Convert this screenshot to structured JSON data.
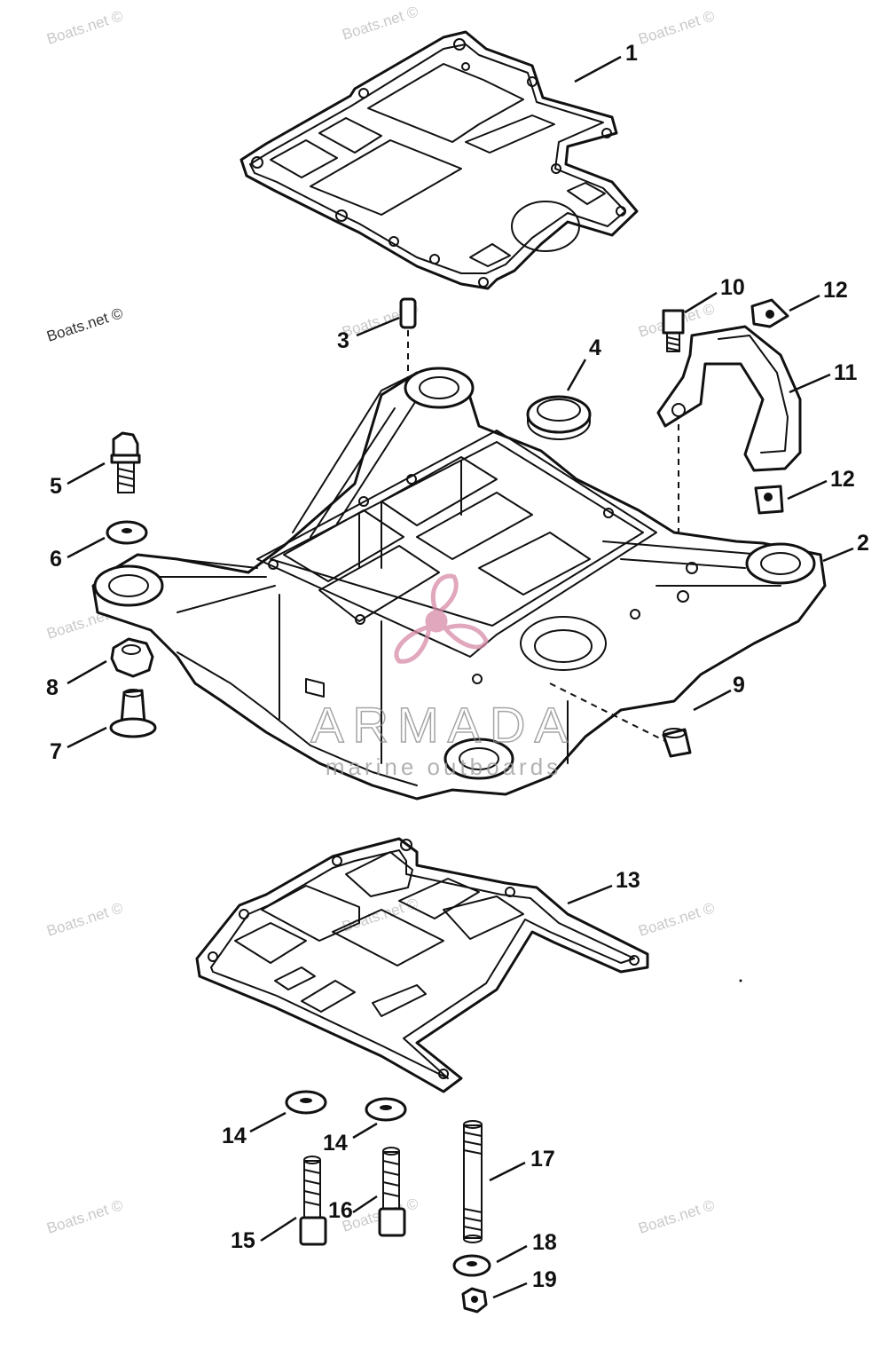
{
  "watermark_text": "Boats.net ©",
  "logo": {
    "brand": "ARMADA",
    "tagline": "marine outboards",
    "color": "#d88aa8"
  },
  "callouts": {
    "c1": "1",
    "c2": "2",
    "c3": "3",
    "c4": "4",
    "c5": "5",
    "c6": "6",
    "c7": "7",
    "c8": "8",
    "c9": "9",
    "c10": "10",
    "c11": "11",
    "c12a": "12",
    "c12b": "12",
    "c13": "13",
    "c14a": "14",
    "c14b": "14",
    "c15": "15",
    "c16": "16",
    "c17": "17",
    "c18": "18",
    "c19": "19"
  }
}
